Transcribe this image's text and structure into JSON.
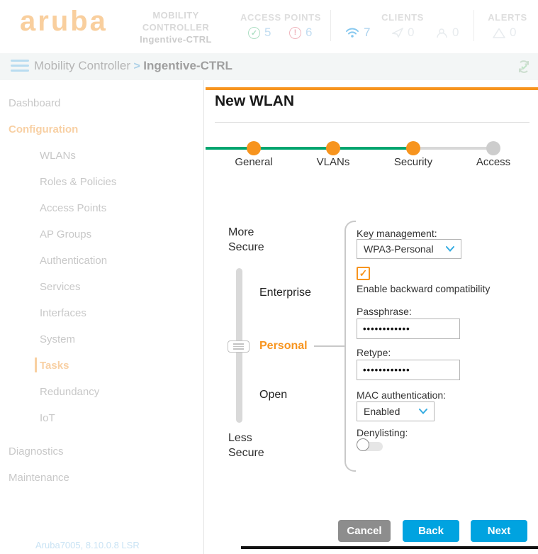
{
  "header": {
    "logo": "aruba",
    "controller": {
      "line1": "MOBILITY",
      "line2": "CONTROLLER",
      "name": "Ingentive-CTRL"
    },
    "access_points": {
      "label": "ACCESS POINTS",
      "up": "5",
      "down": "6"
    },
    "clients": {
      "label": "CLIENTS",
      "wifi": "7",
      "rogue": "0",
      "users": "0"
    },
    "alerts": {
      "label": "ALERTS",
      "count": "0"
    }
  },
  "breadcrumb": {
    "root": "Mobility Controller",
    "separator": ">",
    "current": "Ingentive-CTRL"
  },
  "sidebar": {
    "items": [
      {
        "label": "Dashboard"
      },
      {
        "label": "Configuration"
      },
      {
        "label": "WLANs"
      },
      {
        "label": "Roles & Policies"
      },
      {
        "label": "Access Points"
      },
      {
        "label": "AP Groups"
      },
      {
        "label": "Authentication"
      },
      {
        "label": "Services"
      },
      {
        "label": "Interfaces"
      },
      {
        "label": "System"
      },
      {
        "label": "Tasks"
      },
      {
        "label": "Redundancy"
      },
      {
        "label": "IoT"
      },
      {
        "label": "Diagnostics"
      },
      {
        "label": "Maintenance"
      }
    ],
    "footer": "Aruba7005, 8.10.0.8 LSR"
  },
  "wizard": {
    "title": "New WLAN",
    "steps": [
      {
        "label": "General",
        "state": "done"
      },
      {
        "label": "VLANs",
        "state": "done"
      },
      {
        "label": "Security",
        "state": "active"
      },
      {
        "label": "Access",
        "state": "pending"
      }
    ],
    "security": {
      "more_secure": [
        "More",
        "Secure"
      ],
      "less_secure": [
        "Less",
        "Secure"
      ],
      "levels": [
        "Enterprise",
        "Personal",
        "Open"
      ],
      "selected_level": "Personal",
      "key_management": {
        "label": "Key management:",
        "value": "WPA3-Personal"
      },
      "backward_compat": {
        "label": "Enable backward compatibility",
        "checked": true,
        "checkmark": "✓"
      },
      "passphrase": {
        "label": "Passphrase:",
        "value": "••••••••••••"
      },
      "retype": {
        "label": "Retype:",
        "value": "••••••••••••"
      },
      "mac_auth": {
        "label": "MAC authentication:",
        "value": "Enabled"
      },
      "denylisting": {
        "label": "Denylisting:",
        "enabled": false
      }
    },
    "buttons": {
      "cancel": "Cancel",
      "back": "Back",
      "next": "Next"
    }
  },
  "colors": {
    "accent_orange": "#f7941e",
    "step_green": "#00a56f",
    "button_blue": "#00a3e0",
    "button_gray": "#8d8d8d"
  }
}
